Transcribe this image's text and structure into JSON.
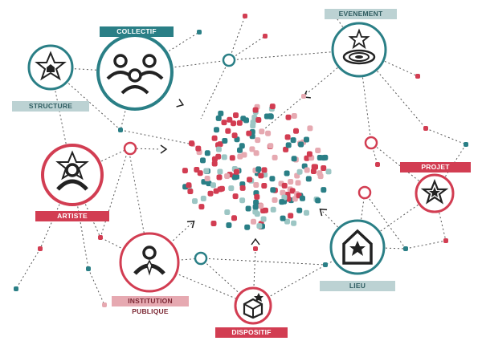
{
  "nodes": [
    {
      "key": "collectif",
      "label": "COLLECTIF",
      "icon": "group-people-icon",
      "ring": "#2a7f86"
    },
    {
      "key": "evenement",
      "label": "EVENEMENT",
      "icon": "event-star-target-icon",
      "ring": "#2a7f86"
    },
    {
      "key": "structure",
      "label": "STRUCTURE",
      "icon": "house-star-icon",
      "ring": "#2a7f86"
    },
    {
      "key": "artiste",
      "label": "ARTISTE",
      "icon": "artist-person-star-icon",
      "ring": "#d23d52"
    },
    {
      "key": "projet",
      "label": "PROJET",
      "icon": "project-star-icon",
      "ring": "#d23d52"
    },
    {
      "key": "lieu",
      "label": "LIEU",
      "icon": "building-star-icon",
      "ring": "#2a7f86"
    },
    {
      "key": "institution",
      "label": "INSTITUTION PUBLIQUE",
      "icon": "institution-person-tie-icon",
      "ring": "#d23d52"
    },
    {
      "key": "dispositif",
      "label": "DISPOSITIF",
      "icon": "box-star-icon",
      "ring": "#d23d52"
    }
  ],
  "colors": {
    "teal": "#2a7f86",
    "red": "#d23d52",
    "pink": "#e6a9b1",
    "light_teal": "#9cc6c4",
    "ink": "#222222",
    "dash": "#555555"
  }
}
